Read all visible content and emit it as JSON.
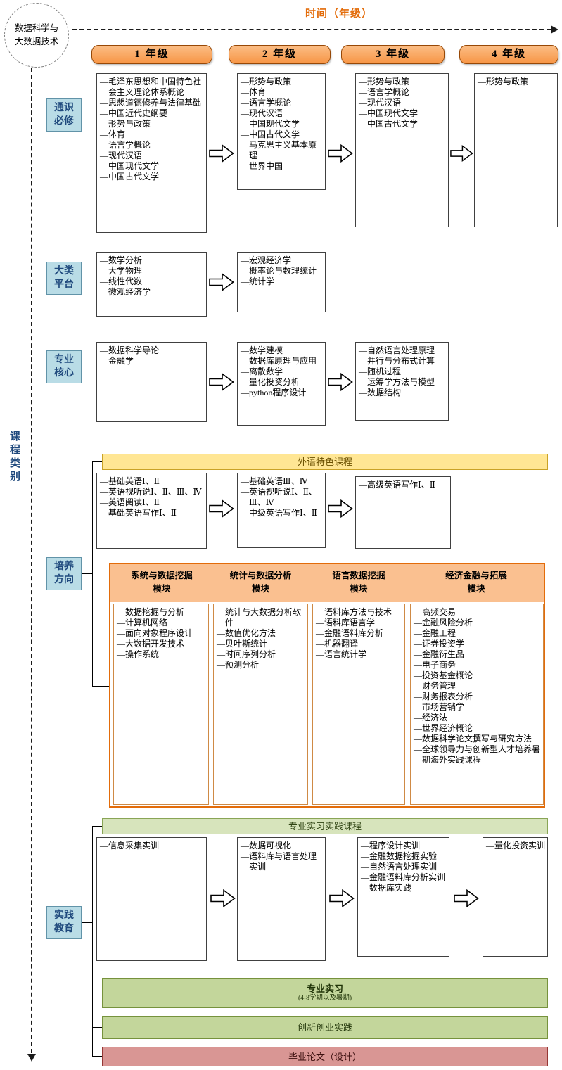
{
  "palette": {
    "axis_orange": "#E36C0A",
    "year_header_fill": "#F79646",
    "category_fill": "#B9DCE6",
    "category_text": "#1F497D",
    "foreign_banner_fill": "#FFE694",
    "module_band_fill": "#FAC090",
    "module_border": "#E36C0A",
    "practice_banner_fill": "#D7E4BC",
    "internship_fill": "#C3D69B",
    "thesis_fill": "#D99694"
  },
  "header": {
    "program": "数据科学与\n大数据技术",
    "time_axis": "时间（年级）",
    "category_axis": "课程类别",
    "years": [
      "1 年级",
      "2 年级",
      "3 年级",
      "4 年级"
    ]
  },
  "sections": {
    "general": {
      "label": "通识必修",
      "cols": [
        [
          "毛泽东思想和中国特色社会主义理论体系概论",
          "思想道德修养与法律基础",
          "中国近代史纲要",
          "形势与政策",
          "体育",
          "语言学概论",
          "现代汉语",
          "中国现代文学",
          "中国古代文学"
        ],
        [
          "形势与政策",
          "体育",
          "语言学概论",
          "现代汉语",
          "中国现代文学",
          "中国古代文学",
          "马克思主义基本原理",
          "世界中国"
        ],
        [
          "形势与政策",
          "语言学概论",
          "现代汉语",
          "中国现代文学",
          "中国古代文学"
        ],
        [
          "形势与政策"
        ]
      ]
    },
    "platform": {
      "label": "大类平台",
      "cols": [
        [
          "数学分析",
          "大学物理",
          "线性代数",
          "微观经济学"
        ],
        [
          "宏观经济学",
          "概率论与数理统计",
          "统计学"
        ]
      ]
    },
    "core": {
      "label": "专业核心",
      "cols": [
        [
          "数据科学导论",
          "金融学"
        ],
        [
          "数学建模",
          "数据库原理与应用",
          "离散数学",
          "量化投资分析",
          "python程序设计"
        ],
        [
          "自然语言处理原理",
          "并行与分布式计算",
          "随机过程",
          "运筹学方法与模型",
          "数据结构"
        ]
      ]
    },
    "direction": {
      "label": "培养方向",
      "foreign_banner": "外语特色课程",
      "foreign_cols": [
        [
          "基础英语Ⅰ、Ⅱ",
          "英语视听说Ⅰ、Ⅱ、Ⅲ、Ⅳ",
          "英语阅读Ⅰ、Ⅱ",
          "基础英语写作Ⅰ、Ⅱ"
        ],
        [
          "基础英语Ⅲ、Ⅳ",
          "英语视听说Ⅰ、Ⅱ、Ⅲ、Ⅳ",
          "中级英语写作Ⅰ、Ⅱ"
        ],
        [
          "高级英语写作Ⅰ、Ⅱ"
        ]
      ],
      "modules": [
        {
          "title": "系统与数据挖掘\n模块",
          "courses": [
            "数据挖掘与分析",
            "计算机网络",
            "面向对象程序设计",
            "大数据开发技术",
            "操作系统"
          ]
        },
        {
          "title": "统计与数据分析\n模块",
          "courses": [
            "统计与大数据分析软件",
            "数值优化方法",
            "贝叶斯统计",
            "时间序列分析",
            "预测分析"
          ]
        },
        {
          "title": "语言数据挖掘\n模块",
          "courses": [
            "语料库方法与技术",
            "语料库语言学",
            "金融语料库分析",
            "机器翻译",
            "语言统计学"
          ]
        },
        {
          "title": "经济金融与拓展\n模块",
          "courses": [
            "高频交易",
            "金融风险分析",
            "金融工程",
            "证券投资学",
            "金融衍生品",
            "电子商务",
            "投资基金概论",
            "财务管理",
            "财务报表分析",
            "市场营销学",
            "经济法",
            "世界经济概论",
            "数据科学论文撰写与研究方法",
            "全球领导力与创新型人才培养暑期海外实践课程"
          ]
        }
      ]
    },
    "practice": {
      "label": "实践教育",
      "banner": "专业实习实践课程",
      "cols": [
        [
          "信息采集实训"
        ],
        [
          "数据可视化",
          "语料库与语言处理实训"
        ],
        [
          "程序设计实训",
          "金融数据挖掘实验",
          "自然语言处理实训",
          "金融语料库分析实训",
          "数据库实践"
        ],
        [
          "量化投资实训"
        ]
      ],
      "internship_title": "专业实习",
      "internship_subtitle": "(4-8学期以及暑期)",
      "innovation": "创新创业实践",
      "thesis": "毕业论文（设计）"
    }
  }
}
